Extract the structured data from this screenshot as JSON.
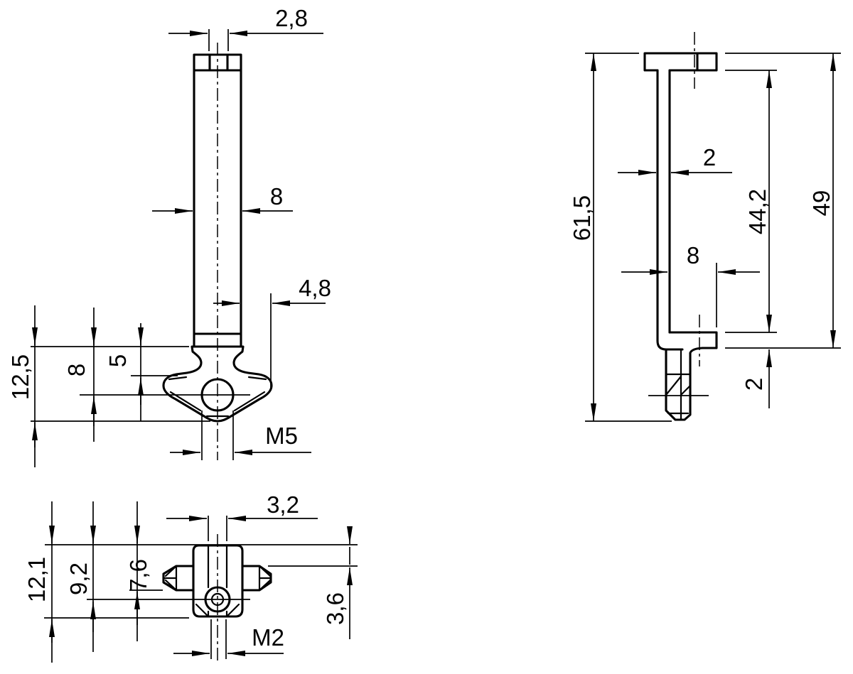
{
  "drawing": {
    "type": "technical-drawing",
    "background_color": "#ffffff",
    "line_color": "#000000",
    "views": {
      "front": {
        "name": "front-view",
        "labels": {
          "slot_width": "2,8",
          "stem_width": "8",
          "wing_overhang": "4,8",
          "overall_height": "12,5",
          "hole_center_offset": "8",
          "wing_top_offset": "5",
          "thread": "M5"
        }
      },
      "side": {
        "name": "side-view",
        "labels": {
          "overall_height": "61,5",
          "stem_thickness": "2",
          "inner_height": "44,2",
          "outer_height": "49",
          "channel_depth": "8",
          "lip_thickness": "2"
        }
      },
      "bottom": {
        "name": "bottom-view",
        "labels": {
          "slot_width": "3,2",
          "overall_depth": "12,1",
          "hole_center_offset": "9,2",
          "tab_bottom_offset": "7,6",
          "tab_top_offset": "3,6",
          "thread": "M2"
        }
      }
    }
  }
}
